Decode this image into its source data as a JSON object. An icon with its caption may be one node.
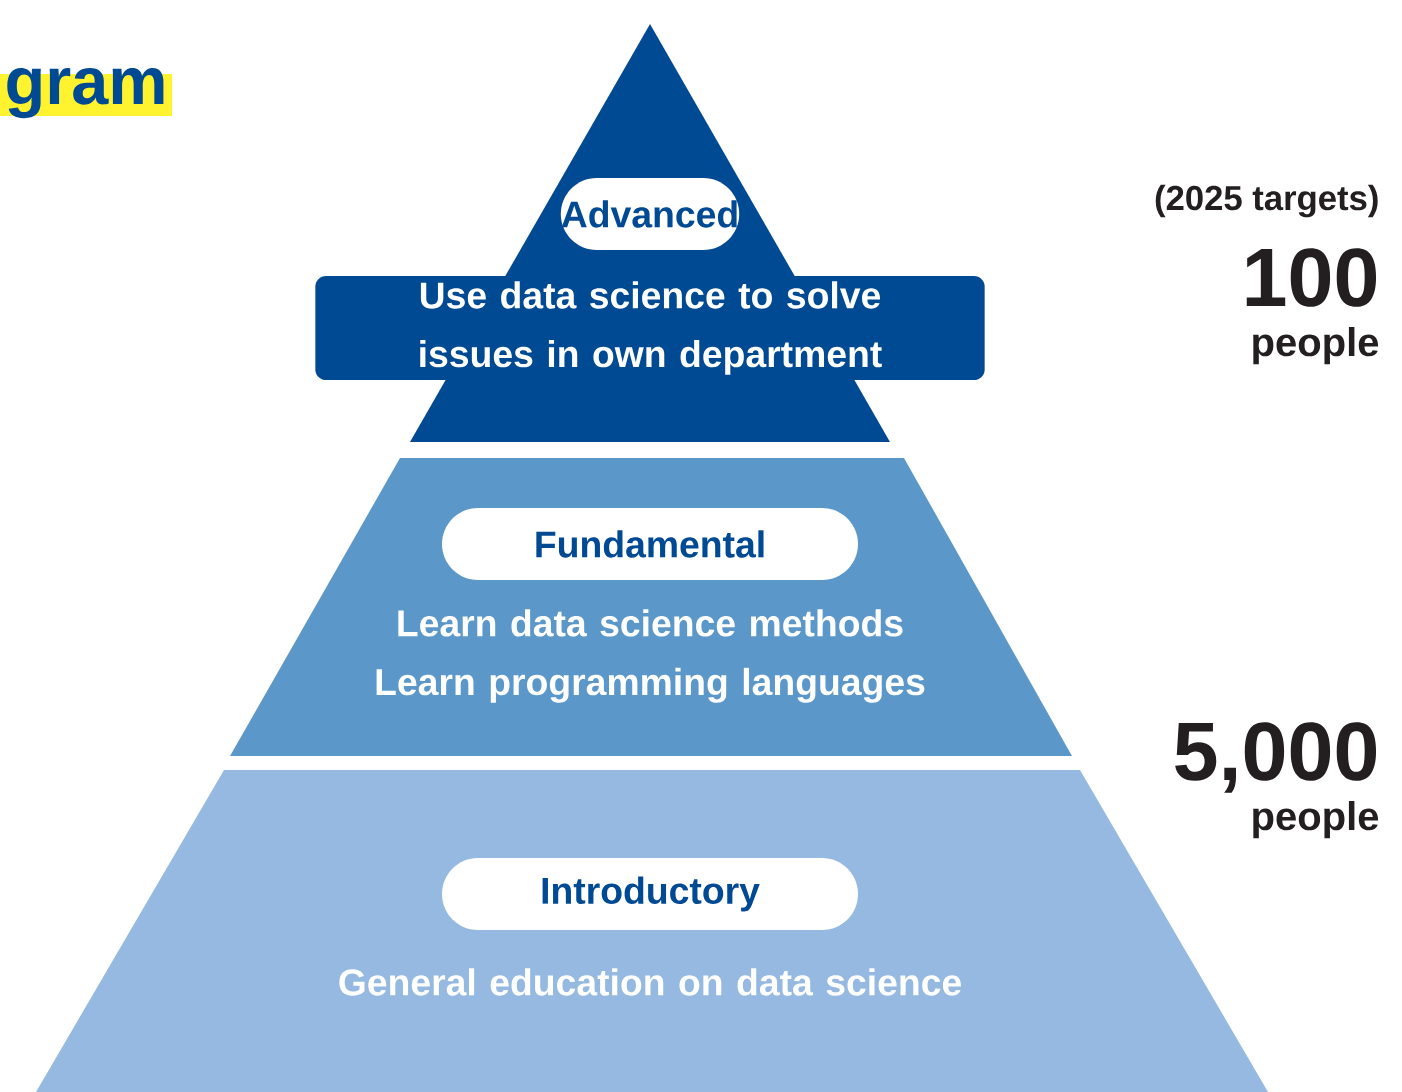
{
  "diagram": {
    "title": "gram",
    "nodes": [
      {
        "text": [
          "Use data science to solve issues in own department"
        ]
      },
      {
        "text": [
          "Advanced"
        ],
        "in": 0
      },
      {
        "text": [
          "Learn data science methods Learn programming languages"
        ]
      },
      {
        "text": [
          "Fundamental"
        ],
        "in": 2
      },
      {
        "text": [
          "General education on data science"
        ]
      },
      {
        "text": [
          "Introductory"
        ],
        "in": 4
      }
    ],
    "labels": [
      "(2025 targets)",
      "100",
      "people",
      "5,000",
      "people"
    ]
  }
}
